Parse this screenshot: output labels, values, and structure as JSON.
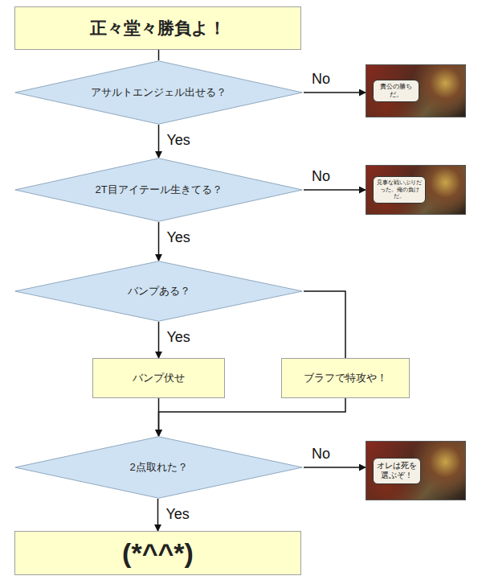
{
  "diagram": {
    "nodes": [
      {
        "text": [
          "正々堂々勝負よ！"
        ]
      },
      {
        "text": [
          "アサルトエンジェル出せる？"
        ]
      },
      {
        "text": [
          "貴公の勝ちだ。"
        ]
      },
      {
        "text": [
          "2T目アイテール生きてる？"
        ]
      },
      {
        "text": [
          "見事な戦いぶりだった。俺の負けだ。"
        ]
      },
      {
        "text": [
          "バンプある？"
        ]
      },
      {
        "text": [
          "バンプ伏せ"
        ]
      },
      {
        "text": [
          "ブラフで特攻や！"
        ]
      },
      {
        "text": [
          "2点取れた？"
        ]
      },
      {
        "text": [
          "オレは死を選ぶぞ！"
        ]
      },
      {
        "text": [
          "(*^^*)"
        ]
      }
    ],
    "edges": [
      {
        "from": 0,
        "to": 1,
        "arrow": "none"
      },
      {
        "from": 1,
        "to": 2,
        "label": "No",
        "arrow": "to"
      },
      {
        "from": 1,
        "to": 3,
        "label": "Yes",
        "arrow": "to"
      },
      {
        "from": 3,
        "to": 4,
        "label": "No",
        "arrow": "to"
      },
      {
        "from": 3,
        "to": 5,
        "label": "Yes",
        "arrow": "to"
      },
      {
        "from": 5,
        "to": 6,
        "label": "Yes",
        "arrow": "to"
      },
      {
        "from": 5,
        "to": 7,
        "arrow": "none"
      },
      {
        "from": 6,
        "to": 8,
        "arrow": "to"
      },
      {
        "from": 7,
        "to": 8,
        "arrow": "to"
      },
      {
        "from": 8,
        "to": 9,
        "label": "No",
        "arrow": "to"
      },
      {
        "from": 8,
        "to": 10,
        "label": "Yes",
        "arrow": "to"
      }
    ]
  }
}
